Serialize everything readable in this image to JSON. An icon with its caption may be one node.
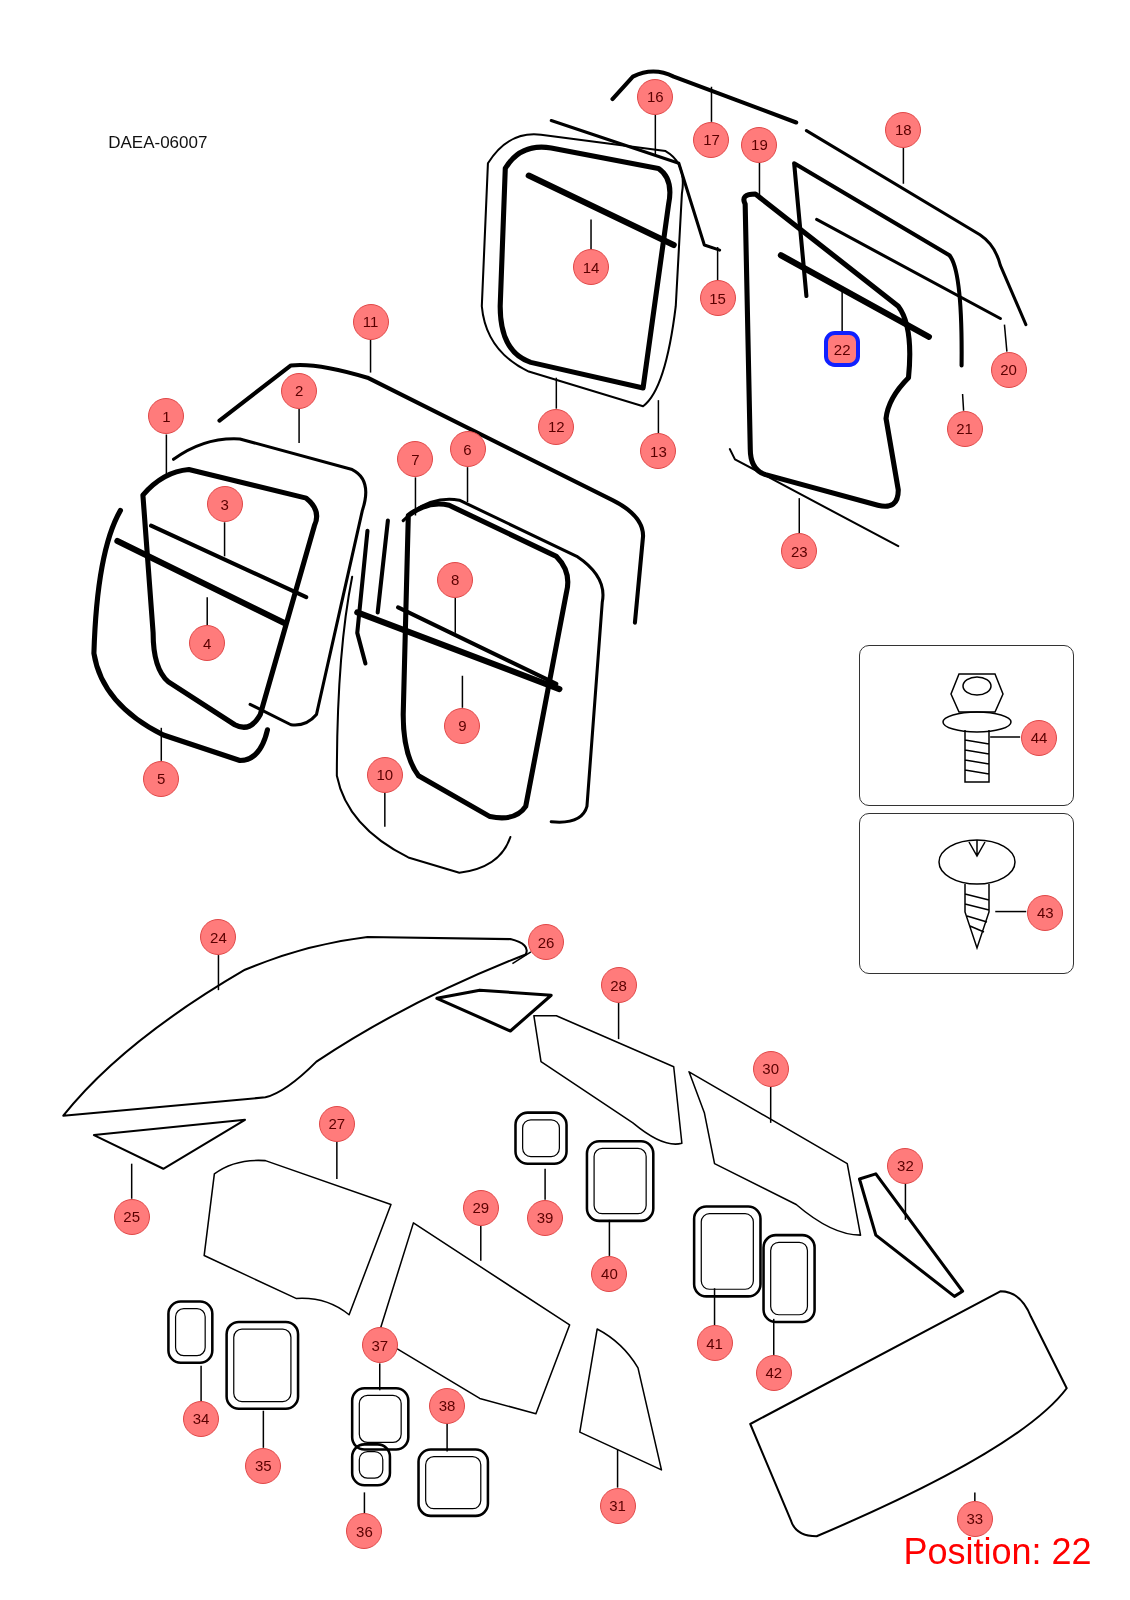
{
  "diagram": {
    "nodes": [
      {
        "text": [],
        "shape": "box"
      },
      {
        "text": [],
        "shape": "box"
      },
      {
        "text": [
          "1"
        ]
      },
      {
        "text": [
          "2"
        ]
      },
      {
        "text": [
          "3"
        ]
      },
      {
        "text": [
          "4"
        ]
      },
      {
        "text": [
          "5"
        ]
      },
      {
        "text": [
          "6"
        ]
      },
      {
        "text": [
          "7"
        ]
      },
      {
        "text": [
          "8"
        ]
      },
      {
        "text": [
          "9"
        ]
      },
      {
        "text": [
          "10"
        ]
      },
      {
        "text": [
          "11"
        ]
      },
      {
        "text": [
          "12"
        ]
      },
      {
        "text": [
          "13"
        ]
      },
      {
        "text": [
          "14"
        ]
      },
      {
        "text": [
          "15"
        ]
      },
      {
        "text": [
          "16"
        ]
      },
      {
        "text": [
          "17"
        ]
      },
      {
        "text": [
          "18"
        ]
      },
      {
        "text": [
          "19"
        ]
      },
      {
        "text": [
          "20"
        ]
      },
      {
        "text": [
          "21"
        ]
      },
      {
        "text": [
          "22"
        ]
      },
      {
        "text": [
          "23"
        ]
      },
      {
        "text": [
          "24"
        ]
      },
      {
        "text": [
          "25"
        ]
      },
      {
        "text": [
          "26"
        ]
      },
      {
        "text": [
          "27"
        ]
      },
      {
        "text": [
          "28"
        ]
      },
      {
        "text": [
          "29"
        ]
      },
      {
        "text": [
          "30"
        ]
      },
      {
        "text": [
          "31"
        ]
      },
      {
        "text": [
          "32"
        ]
      },
      {
        "text": [
          "33"
        ]
      },
      {
        "text": [
          "34"
        ]
      },
      {
        "text": [
          "35"
        ]
      },
      {
        "text": [
          "36"
        ]
      },
      {
        "text": [
          "37"
        ]
      },
      {
        "text": [
          "38"
        ]
      },
      {
        "text": [
          "39"
        ]
      },
      {
        "text": [
          "40"
        ]
      },
      {
        "text": [
          "41"
        ]
      },
      {
        "text": [
          "42"
        ]
      },
      {
        "text": [
          "43"
        ],
        "in": 1
      },
      {
        "text": [
          "44"
        ],
        "in": 0
      }
    ],
    "edges": [
      {
        "from": 2,
        "to": null,
        "arrow": "none"
      },
      {
        "from": 3,
        "to": null,
        "arrow": "none"
      },
      {
        "from": 4,
        "to": null,
        "arrow": "none"
      },
      {
        "from": 5,
        "to": null,
        "arrow": "none"
      },
      {
        "from": 6,
        "to": null,
        "arrow": "none"
      },
      {
        "from": 7,
        "to": null,
        "arrow": "none"
      },
      {
        "from": 8,
        "to": null,
        "arrow": "none"
      },
      {
        "from": 9,
        "to": null,
        "arrow": "none"
      },
      {
        "from": 10,
        "to": null,
        "arrow": "none"
      },
      {
        "from": 11,
        "to": null,
        "arrow": "none"
      },
      {
        "from": 12,
        "to": null,
        "arrow": "none"
      },
      {
        "from": 13,
        "to": null,
        "arrow": "none"
      },
      {
        "from": 14,
        "to": null,
        "arrow": "none"
      },
      {
        "from": 15,
        "to": null,
        "arrow": "none"
      },
      {
        "from": 16,
        "to": null,
        "arrow": "none"
      },
      {
        "from": 17,
        "to": null,
        "arrow": "none"
      },
      {
        "from": 18,
        "to": null,
        "arrow": "none"
      },
      {
        "from": 19,
        "to": null,
        "arrow": "none"
      },
      {
        "from": 20,
        "to": null,
        "arrow": "none"
      },
      {
        "from": 21,
        "to": null,
        "arrow": "none"
      },
      {
        "from": 22,
        "to": null,
        "arrow": "none"
      },
      {
        "from": 23,
        "to": null,
        "arrow": "none"
      },
      {
        "from": 24,
        "to": null,
        "arrow": "none"
      },
      {
        "from": 25,
        "to": null,
        "arrow": "none"
      },
      {
        "from": 26,
        "to": null,
        "arrow": "none"
      },
      {
        "from": 27,
        "to": null,
        "arrow": "none"
      },
      {
        "from": 28,
        "to": null,
        "arrow": "none"
      },
      {
        "from": 29,
        "to": null,
        "arrow": "none"
      },
      {
        "from": 30,
        "to": null,
        "arrow": "none"
      },
      {
        "from": 31,
        "to": null,
        "arrow": "none"
      },
      {
        "from": 32,
        "to": null,
        "arrow": "none"
      },
      {
        "from": 33,
        "to": null,
        "arrow": "none"
      },
      {
        "from": 34,
        "to": null,
        "arrow": "none"
      },
      {
        "from": 35,
        "to": null,
        "arrow": "none"
      },
      {
        "from": 36,
        "to": null,
        "arrow": "none"
      },
      {
        "from": 37,
        "to": null,
        "arrow": "none"
      },
      {
        "from": 38,
        "to": null,
        "arrow": "none"
      },
      {
        "from": 39,
        "to": null,
        "arrow": "none"
      },
      {
        "from": 40,
        "to": null,
        "arrow": "none"
      },
      {
        "from": 41,
        "to": null,
        "arrow": "none"
      },
      {
        "from": 42,
        "to": null,
        "arrow": "none"
      },
      {
        "from": 43,
        "to": null,
        "arrow": "none"
      },
      {
        "from": 44,
        "to": null,
        "arrow": "none"
      },
      {
        "from": 45,
        "to": null,
        "arrow": "none"
      }
    ],
    "labels": [
      "DAEA-06007",
      "Position: 22"
    ]
  }
}
